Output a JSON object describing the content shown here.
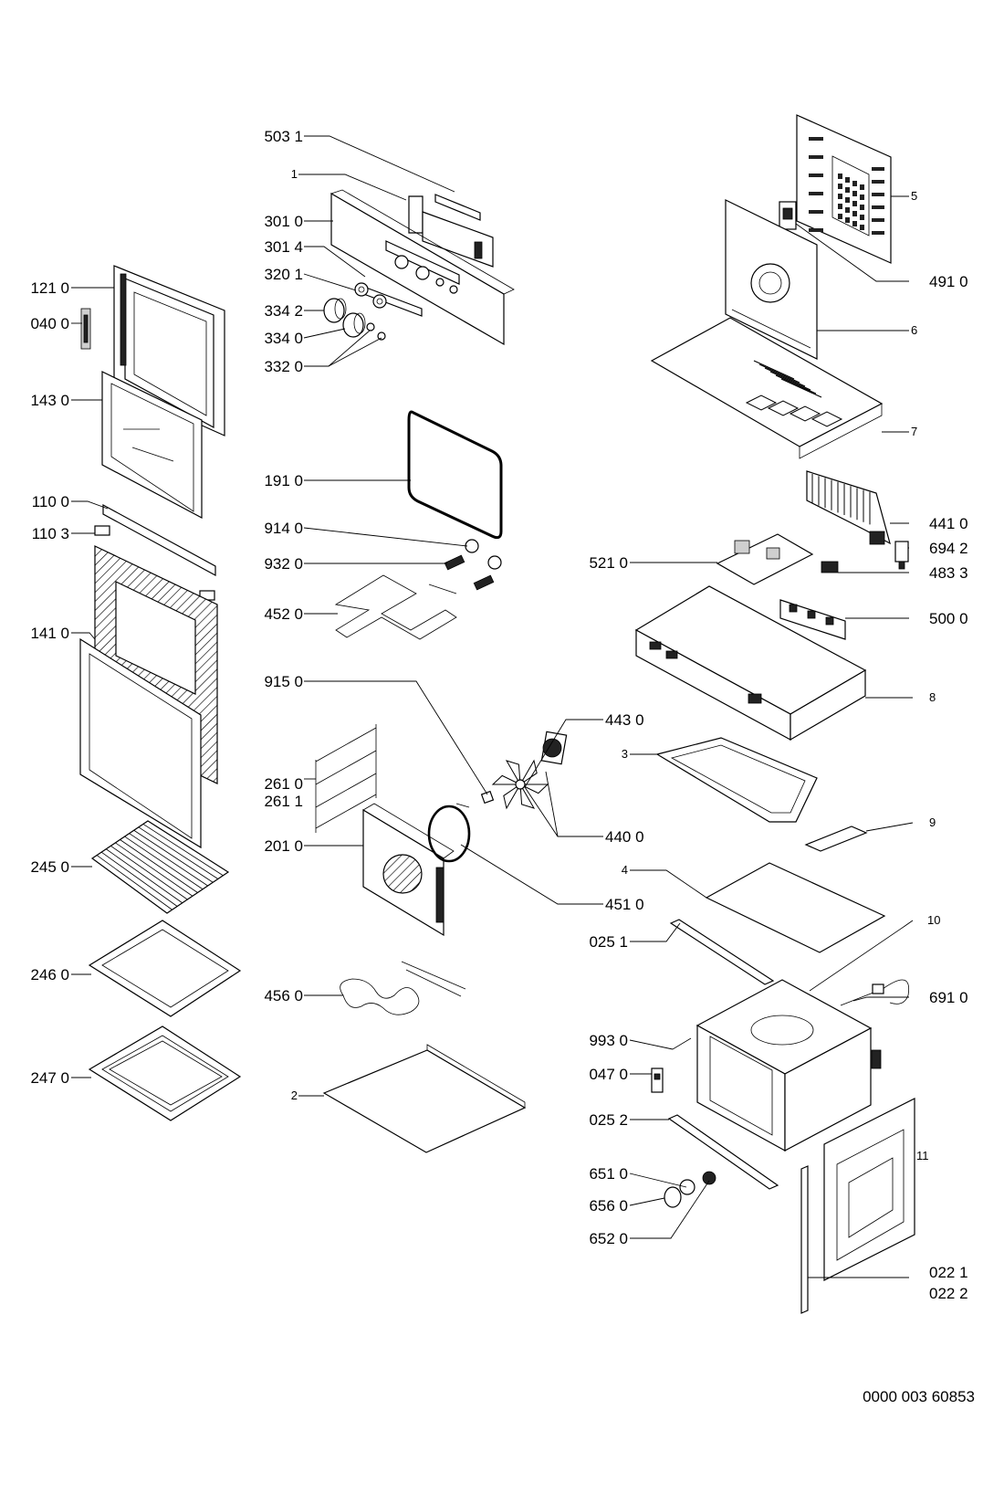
{
  "doc_id": "0000 003 60853",
  "labels": {
    "p503_1": "503 1",
    "p1": "1",
    "p301_0": "301 0",
    "p301_4": "301 4",
    "p320_1": "320 1",
    "p334_2": "334 2",
    "p334_0": "334 0",
    "p332_0": "332 0",
    "p121_0": "121 0",
    "p040_0": "040 0",
    "p143_0": "143 0",
    "p110_0": "110 0",
    "p110_3": "110 3",
    "p141_0": "141 0",
    "p245_0": "245 0",
    "p246_0": "246 0",
    "p247_0": "247 0",
    "p191_0": "191 0",
    "p914_0": "914 0",
    "p932_0": "932 0",
    "p452_0": "452 0",
    "p915_0": "915 0",
    "p261_0": "261 0",
    "p261_1": "261 1",
    "p201_0": "201 0",
    "p456_0": "456 0",
    "p2": "2",
    "p443_0": "443 0",
    "p440_0": "440 0",
    "p451_0": "451 0",
    "p5": "5",
    "p491_0": "491 0",
    "p6": "6",
    "p7": "7",
    "p441_0": "441 0",
    "p694_2": "694 2",
    "p521_0": "521 0",
    "p483_3": "483 3",
    "p500_0": "500 0",
    "p8": "8",
    "p3": "3",
    "p9": "9",
    "p4": "4",
    "p10": "10",
    "p025_1": "025 1",
    "p691_0": "691 0",
    "p993_0": "993 0",
    "p047_0": "047 0",
    "p025_2": "025 2",
    "p651_0": "651 0",
    "p656_0": "656 0",
    "p652_0": "652 0",
    "p11": "11",
    "p022_1": "022 1",
    "p022_2": "022 2"
  }
}
